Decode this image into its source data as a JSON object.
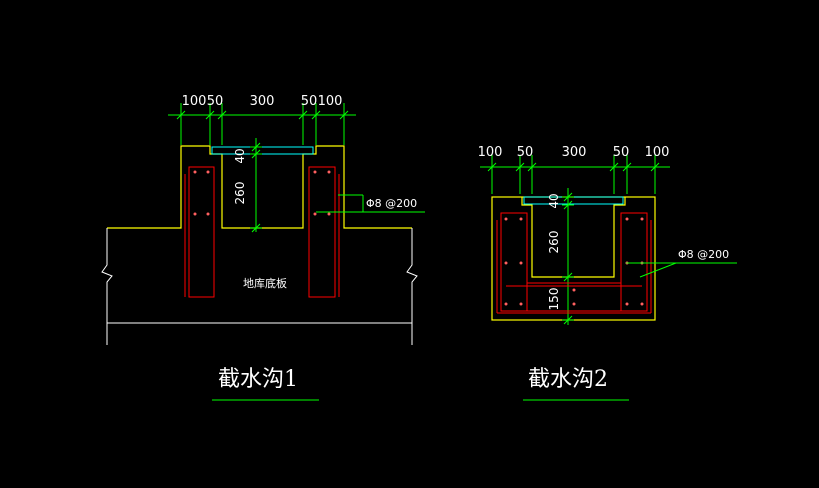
{
  "colors": {
    "background": "#000000",
    "concrete": "#ffff00",
    "dimension": "#00ff00",
    "rebar": "#ff0000",
    "grate": "#00ffff",
    "text": "#ffffff"
  },
  "drawing1": {
    "title": "截水沟1",
    "top_dims": [
      "100",
      "50",
      "300",
      "50",
      "100"
    ],
    "cover_dim": "40",
    "depth_dim": "260",
    "rebar_note": "Φ8 @200",
    "slab_label": "地库底板"
  },
  "drawing2": {
    "title": "截水沟2",
    "top_dims": [
      "100",
      "50",
      "300",
      "50",
      "100"
    ],
    "cover_dim": "40",
    "depth_dim": "260",
    "bottom_dim": "150",
    "rebar_note": "Φ8 @200"
  }
}
